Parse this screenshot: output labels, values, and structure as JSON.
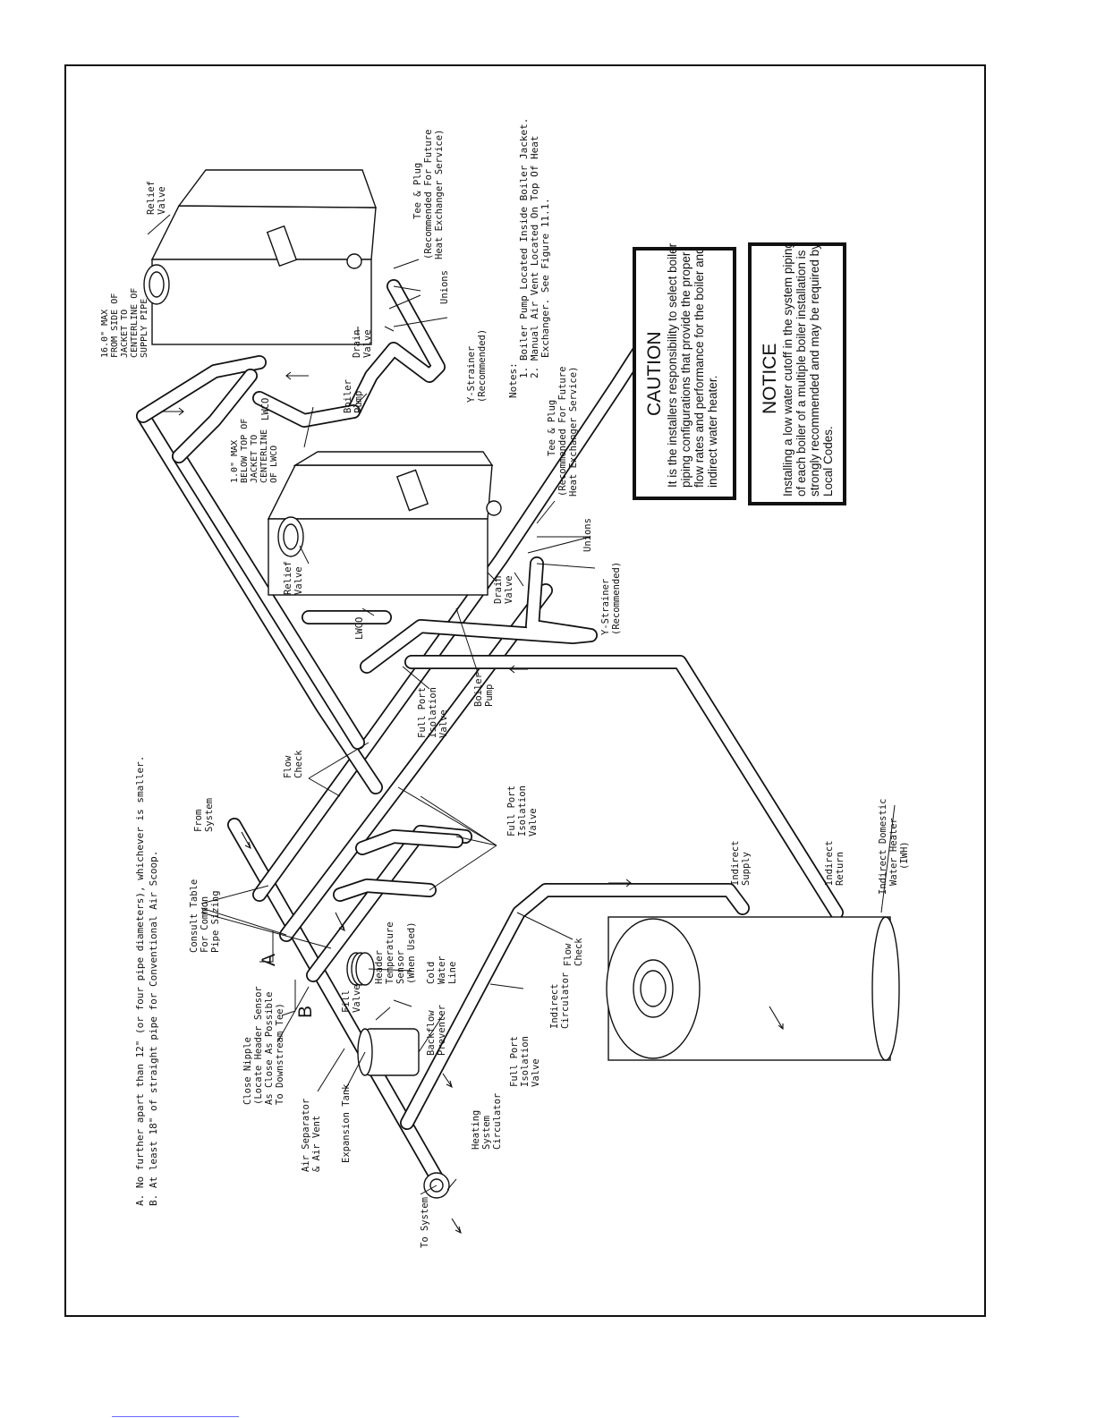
{
  "notes_top": {
    "a": "A. No further apart than 12\" (or four pipe diameters), whichever is smaller.",
    "b": "B. At least 18\" of straight pipe for Conventional Air Scoop."
  },
  "labels": {
    "to_system": "To System",
    "heating_system_circulator": [
      "Heating",
      "System",
      "Circulator"
    ],
    "expansion_tank": "Expansion Tank",
    "air_separator": [
      "Air Separator",
      "& Air Vent"
    ],
    "close_nipple": [
      "Close Nipple",
      "(Locate Header Sensor",
      "As Close As Possible",
      "To Downstream Tee)"
    ],
    "dim_a": "A",
    "dim_b": "B",
    "fill_valve": [
      "Fill",
      "Valve"
    ],
    "backflow_preventer": [
      "Backflow",
      "Preventer"
    ],
    "cold_water_line": [
      "Cold",
      "Water",
      "Line"
    ],
    "header_temp_sensor": [
      "Header",
      "Temperature",
      "Sensor",
      "(When Used)"
    ],
    "consult_table": [
      "Consult Table",
      "For Common",
      "Pipe Sizing"
    ],
    "from_system": [
      "From",
      "System"
    ],
    "flow_check_1": [
      "Flow",
      "Check"
    ],
    "full_port_isolation_1": [
      "Full Port",
      "Isolation",
      "Valve"
    ],
    "full_port_isolation_2": [
      "Full Port",
      "Isolation",
      "Valve"
    ],
    "full_port_isolation_3": [
      "Full Port",
      "Isolation",
      "Valve"
    ],
    "indirect_circulator": [
      "Indirect",
      "Circulator"
    ],
    "flow_check_2": [
      "Flow",
      "Check"
    ],
    "indirect_supply": [
      "Indirect",
      "Supply"
    ],
    "indirect_return": [
      "Indirect",
      "Return"
    ],
    "iwh": [
      "Indirect Domestic",
      "Water Heater",
      "(IWH)"
    ],
    "lwco_1": "LWCO",
    "lwco_2": "LWCO",
    "boiler_pump_1": [
      "Boiler",
      "Pump"
    ],
    "boiler_pump_2": [
      "Boiler",
      "Pump"
    ],
    "relief_valve_1": [
      "Relief",
      "Valve"
    ],
    "relief_valve_2": [
      "Relief",
      "Valve"
    ],
    "drain_valve_1": [
      "Drain",
      "Valve"
    ],
    "drain_valve_2": [
      "Drain",
      "Valve"
    ],
    "y_strainer_1": [
      "Y-Strainer",
      "(Recommended)"
    ],
    "y_strainer_2": [
      "Y-Strainer",
      "(Recommended)"
    ],
    "unions_1": "Unions",
    "unions_2": "Unions",
    "tee_plug_1": [
      "Tee & Plug",
      "(Recommended For Future",
      "Heat Exchanger Service)"
    ],
    "tee_plug_2": [
      "Tee & Plug",
      "(Recommended For Future",
      "Heat Exchanger Service)"
    ],
    "dim_1_0": [
      "1.0\" MAX",
      "BELOW TOP OF",
      "JACKET TO",
      "CENTERLINE",
      "OF LWCO"
    ],
    "dim_16_0": [
      "16.0\" MAX",
      "FROM SIDE OF",
      "JACKET TO",
      "CENTERLINE OF",
      "SUPPLY PIPE"
    ]
  },
  "notes": {
    "title": "Notes:",
    "n1": "1. Boiler Pump Located Inside Boiler Jacket.",
    "n2": "2. Manual Air Vent Located On Top Of Heat",
    "n2b": "Exchanger. See Figure 11.1."
  },
  "caution": {
    "heading": "CAUTION",
    "lines": [
      "It is the installers responsibility to select boiler",
      "piping configurations that provide the proper",
      "flow rates and performance for the boiler and",
      "indirect water heater."
    ]
  },
  "notice": {
    "heading": "NOTICE",
    "lines": [
      "Installing a low water cutoff in the system piping",
      "of each boiler of a multiple boiler installation is",
      "strongly recommended and may be required by",
      "Local Codes."
    ]
  }
}
